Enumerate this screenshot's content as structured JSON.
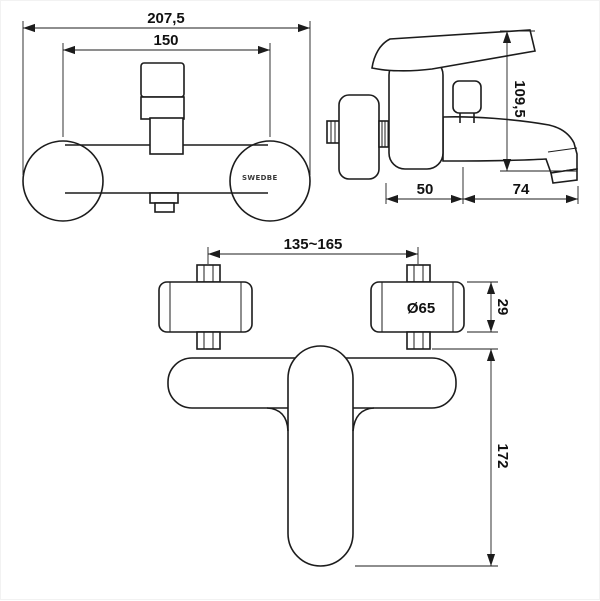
{
  "brand": "SWEDBE",
  "dimensions": {
    "front_overall_width": "207,5",
    "front_hole_spacing": "150",
    "side_height": "109,5",
    "side_depth_inner": "50",
    "side_depth_outer": "74",
    "bottom_center_distance": "135~165",
    "bottom_flange_diameter": "Ø65",
    "bottom_flange_depth": "29",
    "bottom_spout_length": "172"
  }
}
